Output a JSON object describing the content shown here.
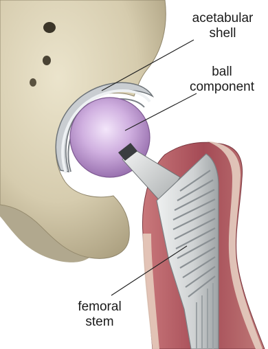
{
  "labels": {
    "acetabular_shell": [
      "acetabular",
      "shell"
    ],
    "ball_component": [
      "ball",
      "component"
    ],
    "femoral_stem": [
      "femoral",
      "stem"
    ]
  },
  "colors": {
    "bone": "#d9d0b4",
    "bone_shadow": "#a89e80",
    "shell_metal": "#c8ccd0",
    "ball": "#c7a6d8",
    "stem": "#d4d6d6",
    "marrow": "#b55a62",
    "leader": "#222222"
  }
}
